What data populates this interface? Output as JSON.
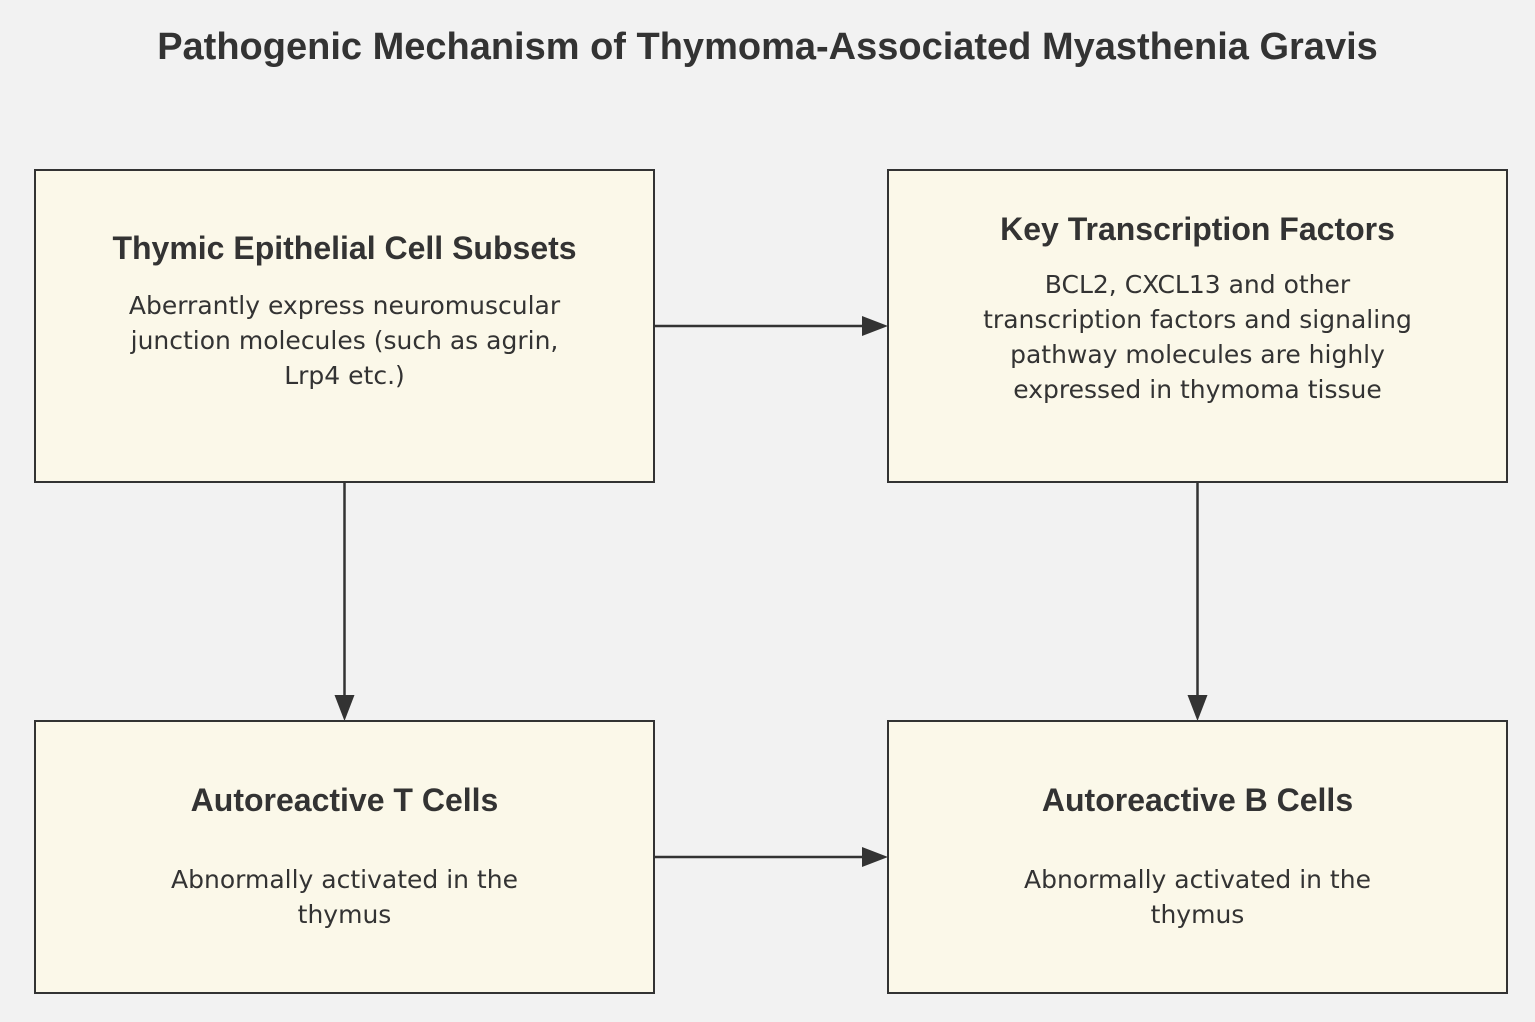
{
  "title": "Pathogenic Mechanism of Thymoma-Associated Myasthenia Gravis",
  "colors": {
    "background": "#f2f2f2",
    "node_fill": "#fbf8e9",
    "node_border": "#333333",
    "text": "#333333",
    "arrow": "#333333"
  },
  "nodes": [
    {
      "title": "Thymic Epithelial Cell Subsets",
      "description": "Aberrantly express neuromuscular junction molecules (such as agrin, Lrp4 etc.)"
    },
    {
      "title": "Key Transcription Factors",
      "description": "BCL2, CXCL13 and other transcription factors and signaling pathway molecules are highly expressed in thymoma tissue"
    },
    {
      "title": "Autoreactive T Cells",
      "description": "Abnormally activated in the thymus"
    },
    {
      "title": "Autoreactive B Cells",
      "description": "Abnormally activated in the thymus"
    }
  ],
  "edges": [
    {
      "from": "Thymic Epithelial Cell Subsets",
      "to": "Key Transcription Factors"
    },
    {
      "from": "Thymic Epithelial Cell Subsets",
      "to": "Autoreactive T Cells"
    },
    {
      "from": "Key Transcription Factors",
      "to": "Autoreactive B Cells"
    },
    {
      "from": "Autoreactive T Cells",
      "to": "Autoreactive B Cells"
    }
  ]
}
